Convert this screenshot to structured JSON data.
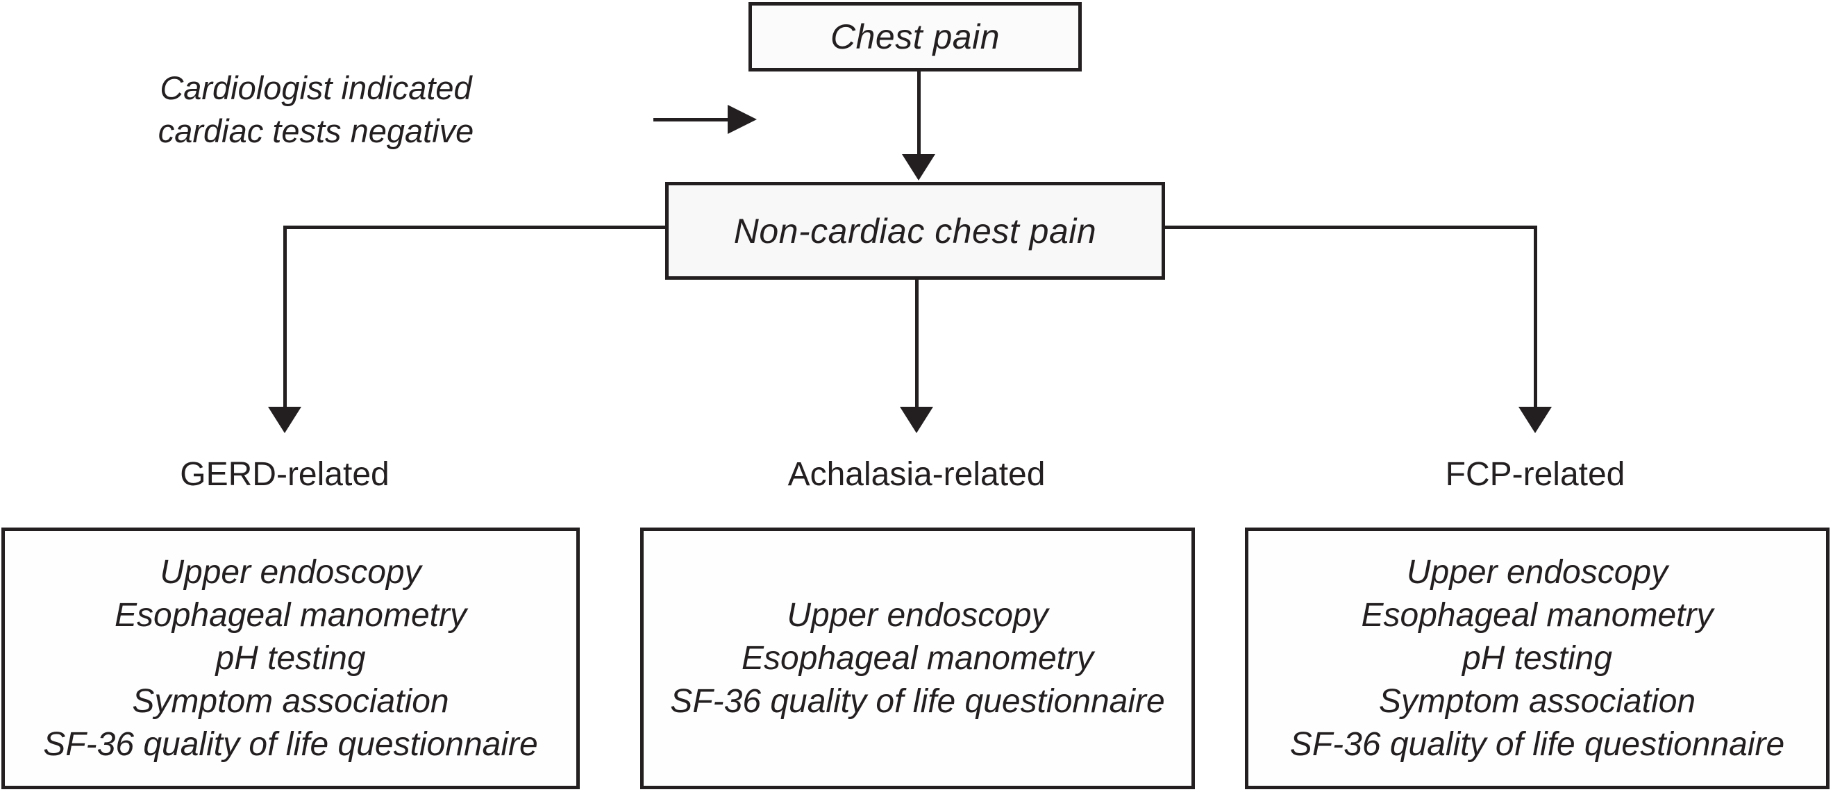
{
  "figure": {
    "top_box_label": "Chest pain",
    "annotation": {
      "line1": "Cardiologist indicated",
      "line2": "cardiac tests negative"
    },
    "secondary_box_label": "Non-cardiac chest pain",
    "branches": [
      {
        "label": "GERD-related",
        "tests": [
          "Upper endoscopy",
          "Esophageal manometry",
          "pH testing",
          "Symptom association",
          "SF-36 quality of life questionnaire"
        ]
      },
      {
        "label": "Achalasia-related",
        "tests": [
          "Upper endoscopy",
          "Esophageal manometry",
          "SF-36 quality of life questionnaire"
        ]
      },
      {
        "label": "FCP-related",
        "tests": [
          "Upper endoscopy",
          "Esophageal manometry",
          "pH testing",
          "Symptom association",
          "SF-36 quality of life questionnaire"
        ]
      }
    ],
    "colors": {
      "ink": "#231f20",
      "background": "#ffffff",
      "box_fill": "#fbfbfb",
      "secondary_box_fill": "#f8f8f8"
    }
  }
}
